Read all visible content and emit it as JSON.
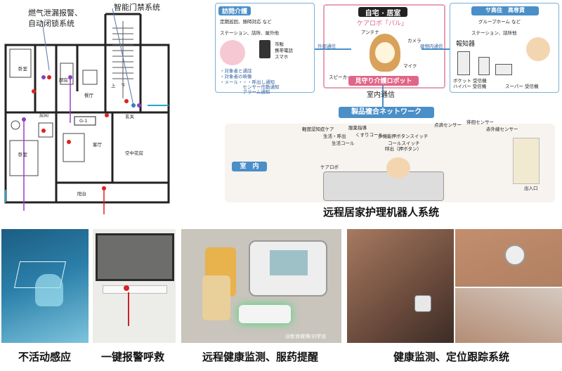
{
  "floorplan": {
    "label_gas": "燃气泄漏报警、",
    "label_valve": "自动闭锁系统",
    "label_door": "智能门禁系统",
    "rooms": [
      "卧室",
      "厨房",
      "餐厅",
      "房间",
      "客厅",
      "卧室",
      "玄关",
      "空中花房",
      "阳台",
      "G-1",
      "上",
      "下"
    ]
  },
  "robot_system": {
    "caption": "远程居家护理机器人系统",
    "home_title": "自宅 · 居室",
    "home_robot": "ケアロボ「パル」",
    "visit_title": "訪問介護",
    "visit_sub": "定期巡回、随時対応 など",
    "visit_line": "ステーション、詰所、屋外他",
    "visit_items": [
      "・対象者と通話",
      "・対象者の映像",
      "・メール・・・呼出し通知",
      "　　　　　センサー作動通知",
      "　　　　　アラーム通知"
    ],
    "phone_label": [
      "市販",
      "携帯電話",
      "スマホ"
    ],
    "facility_title": "サ高住　高専賃",
    "facility_sub": "グループホーム など",
    "facility_line": "ステーション、詰所他",
    "reporter": "報知器",
    "reporter_items": [
      "ボケット 受信機",
      "ハイバー 受信機",
      "スーパー 受信機"
    ],
    "outside_comm": "外部通信",
    "building_comm": "建物内通信",
    "antenna": "アンテナ",
    "camera": "カメラ",
    "mic": "マイク",
    "speaker": "スピーカー",
    "robot_name": "見守り介護ロボット",
    "indoor_comm": "室内通信",
    "network": "製品複合ネットワーク",
    "indoor": "室　内",
    "care_robot": "ケアロボ",
    "devices": [
      "軽度認知症ケア",
      "服薬指導",
      "徘徊センサー",
      "点滴センサー",
      "生活・呼出",
      "多機能押ボタンスイッチ",
      "赤外線センサー"
    ],
    "device_lines": [
      "くすりコール",
      "生活コール",
      "コールスイッチ",
      "呼出（押ボタン）",
      "出入口"
    ]
  },
  "bottom": {
    "captions": [
      "不活动感应",
      "一键报警呼救",
      "远程健康监测、服药提醒",
      "健康监测、定位跟踪系统"
    ],
    "watermark": "@新浪微博/刘学忠"
  },
  "colors": {
    "blue": "#2f7fbf",
    "pink": "#e06688",
    "wall": "#222222",
    "red_dot": "#e02020",
    "purple_line": "#9b3fbf"
  }
}
